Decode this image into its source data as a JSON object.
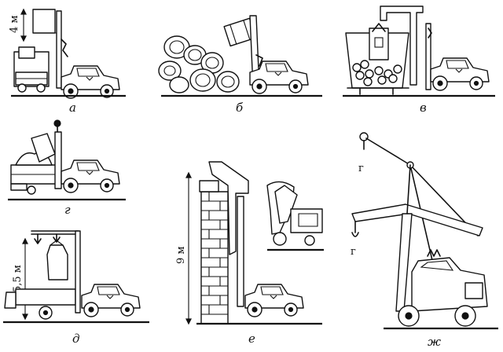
{
  "captions": {
    "a": "а",
    "b": "б",
    "v": "в",
    "g": "г",
    "d": "д",
    "e": "е",
    "zh": "ж"
  },
  "dimensions": {
    "a_height": "4 м",
    "d_height": "5,5 м",
    "e_height": "9 м"
  },
  "hook_labels": {
    "hook_top": "г",
    "hook_bottom": "г"
  }
}
